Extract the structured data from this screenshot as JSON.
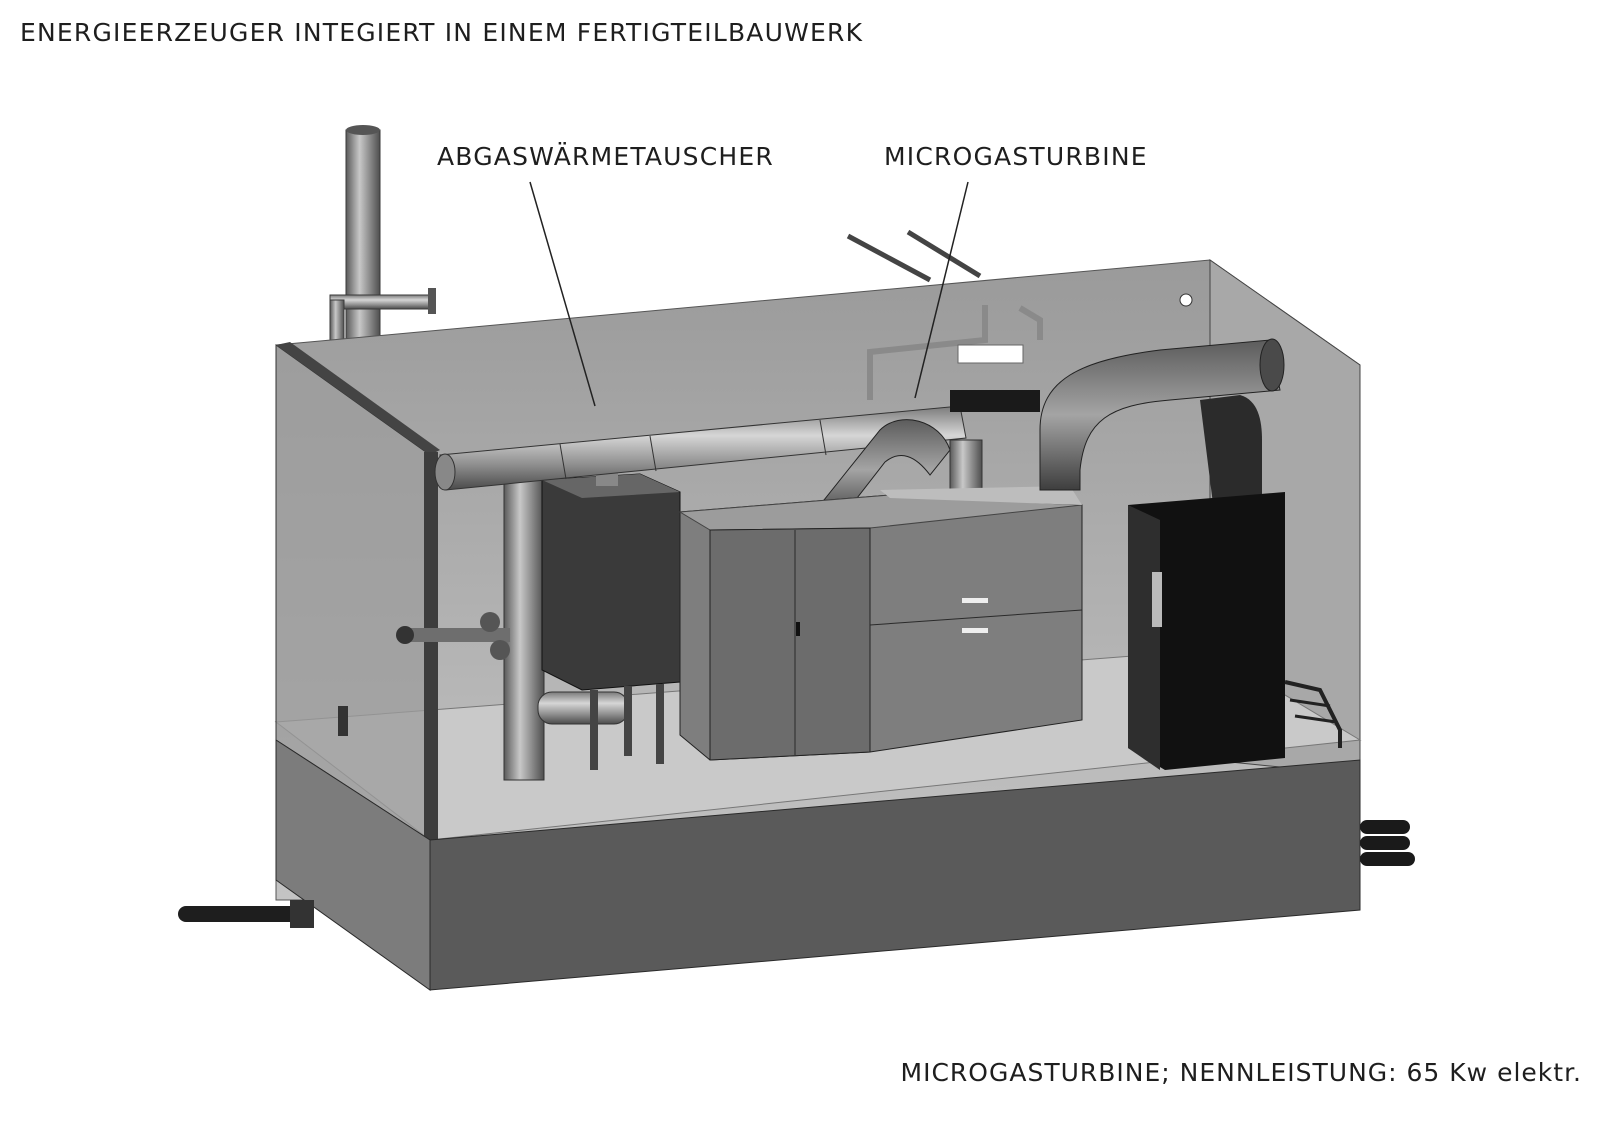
{
  "title": "ENERGIEERZEUGER INTEGIERT IN EINEM FERTIGTEILBAUWERK",
  "labels": {
    "heat_exchanger": "ABGASWÄRMETAUSCHER",
    "turbine": "MICROGASTURBINE"
  },
  "caption": "MICROGASTURBINE; NENNLEISTUNG: 65 Kw elektr."
}
